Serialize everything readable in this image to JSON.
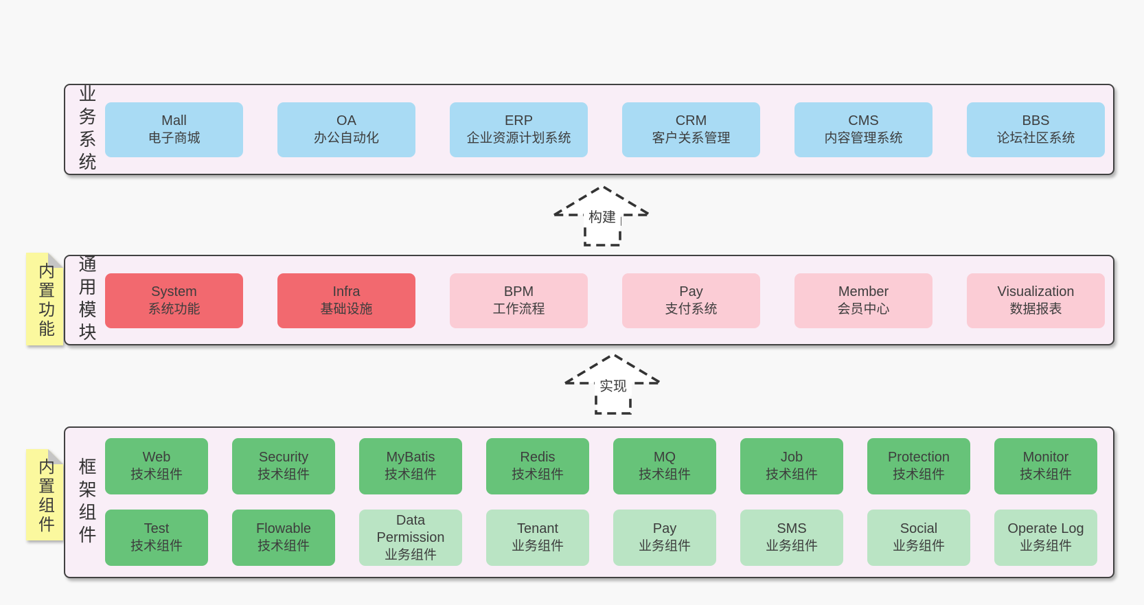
{
  "colors": {
    "page_bg": "#f8f8f8",
    "layer_bg": "#f9eef7",
    "layer_border": "#414141",
    "blue_box": "#a9dbf4",
    "red_box": "#f2696f",
    "pink_box": "#fbccd5",
    "green_box": "#67c379",
    "light_green_box": "#bae4c4",
    "sticky_note": "#fbf89e",
    "sticky_fold": "#c5c5c5",
    "text": "#3d3d3d"
  },
  "layers": [
    {
      "label": "业务系统",
      "boxes": [
        {
          "name": "Mall",
          "desc": "电子商城"
        },
        {
          "name": "OA",
          "desc": "办公自动化"
        },
        {
          "name": "ERP",
          "desc": "企业资源计划系统"
        },
        {
          "name": "CRM",
          "desc": "客户关系管理"
        },
        {
          "name": "CMS",
          "desc": "内容管理系统"
        },
        {
          "name": "BBS",
          "desc": "论坛社区系统"
        }
      ]
    },
    {
      "label": "通用模块",
      "note": "内置功能",
      "boxes": [
        {
          "name": "System",
          "desc": "系统功能"
        },
        {
          "name": "Infra",
          "desc": "基础设施"
        },
        {
          "name": "BPM",
          "desc": "工作流程"
        },
        {
          "name": "Pay",
          "desc": "支付系统"
        },
        {
          "name": "Member",
          "desc": "会员中心"
        },
        {
          "name": "Visualization",
          "desc": "数据报表"
        }
      ]
    },
    {
      "label": "框架组件",
      "note": "内置组件",
      "rows": [
        [
          {
            "name": "Web",
            "desc": "技术组件"
          },
          {
            "name": "Security",
            "desc": "技术组件"
          },
          {
            "name": "MyBatis",
            "desc": "技术组件"
          },
          {
            "name": "Redis",
            "desc": "技术组件"
          },
          {
            "name": "MQ",
            "desc": "技术组件"
          },
          {
            "name": "Job",
            "desc": "技术组件"
          },
          {
            "name": "Protection",
            "desc": "技术组件"
          },
          {
            "name": "Monitor",
            "desc": "技术组件"
          }
        ],
        [
          {
            "name": "Test",
            "desc": "技术组件"
          },
          {
            "name": "Flowable",
            "desc": "技术组件"
          },
          {
            "name": "Data Permission",
            "desc": "业务组件"
          },
          {
            "name": "Tenant",
            "desc": "业务组件"
          },
          {
            "name": "Pay",
            "desc": "业务组件"
          },
          {
            "name": "SMS",
            "desc": "业务组件"
          },
          {
            "name": "Social",
            "desc": "业务组件"
          },
          {
            "name": "Operate Log",
            "desc": "业务组件"
          }
        ]
      ]
    }
  ],
  "arrows": [
    {
      "label": "构建"
    },
    {
      "label": "实现"
    }
  ]
}
